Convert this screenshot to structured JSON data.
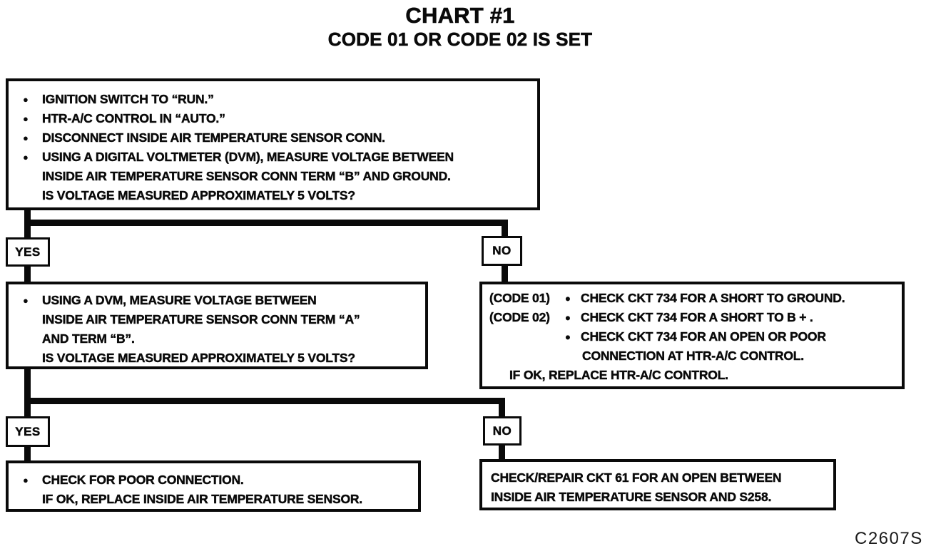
{
  "title": "CHART #1",
  "subtitle": "CODE 01 OR CODE 02 IS SET",
  "figure_code": "C2607S",
  "bullet_glyph": "●",
  "decisions": {
    "yes1": "YES",
    "no1": "NO",
    "yes2": "YES",
    "no2": "NO"
  },
  "boxes": {
    "start": {
      "bullets": [
        "IGNITION SWITCH TO “RUN.”",
        "HTR-A/C CONTROL IN “AUTO.”",
        "DISCONNECT INSIDE AIR TEMPERATURE SENSOR CONN.",
        "USING A DIGITAL VOLTMETER (DVM), MEASURE VOLTAGE BETWEEN\nINSIDE AIR TEMPERATURE SENSOR CONN TERM “B” AND GROUND.\nIS VOLTAGE MEASURED APPROXIMATELY 5 VOLTS?"
      ]
    },
    "yes_branch_1": {
      "bullet": "USING A DVM, MEASURE VOLTAGE BETWEEN\nINSIDE AIR TEMPERATURE SENSOR CONN TERM “A”\nAND TERM “B”.\nIS VOLTAGE MEASURED APPROXIMATELY 5 VOLTS?"
    },
    "no_branch_1": {
      "rows": [
        {
          "prefix": "(CODE 01)",
          "text": "CHECK CKT 734 FOR A SHORT TO GROUND."
        },
        {
          "prefix": "(CODE 02)",
          "text": "CHECK CKT 734 FOR A SHORT TO B + ."
        },
        {
          "prefix": "",
          "text": "CHECK CKT 734 FOR AN OPEN OR POOR"
        }
      ],
      "continuation": "CONNECTION AT HTR-A/C CONTROL.",
      "footer": "IF OK, REPLACE HTR-A/C CONTROL."
    },
    "yes_branch_2": {
      "bullet": "CHECK FOR POOR CONNECTION.\nIF OK, REPLACE INSIDE AIR TEMPERATURE SENSOR."
    },
    "no_branch_2": {
      "text": "CHECK/REPAIR CKT 61 FOR AN OPEN BETWEEN\nINSIDE AIR TEMPERATURE SENSOR AND S258."
    }
  }
}
